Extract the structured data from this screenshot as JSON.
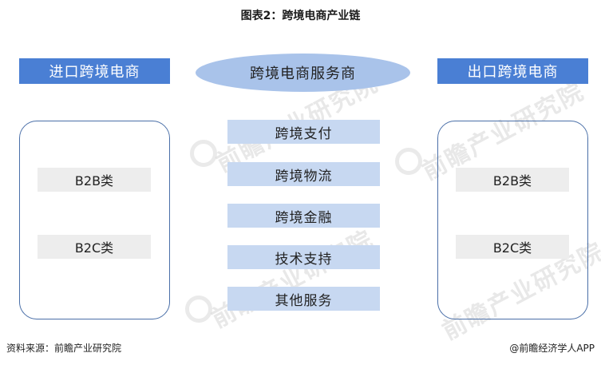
{
  "title": "图表2：跨境电商产业链",
  "import_header": "进口跨境电商",
  "export_header": "出口跨境电商",
  "center_label": "跨境电商服务商",
  "import_categories": [
    "B2B类",
    "B2C类"
  ],
  "export_categories": [
    "B2B类",
    "B2C类"
  ],
  "services": [
    "跨境支付",
    "跨境物流",
    "跨境金融",
    "技术支持",
    "其他服务"
  ],
  "watermark_text": "前瞻产业研究院",
  "footer": {
    "source": "资料来源：前瞻产业研究院",
    "credit": "@前瞻经济学人APP"
  },
  "colors": {
    "header_blue": "#4a7fd4",
    "ellipse_blue": "#a9c3ea",
    "service_blue": "#c7d8f1",
    "box_border": "#4a6fa8",
    "category_gray": "#ededed"
  }
}
